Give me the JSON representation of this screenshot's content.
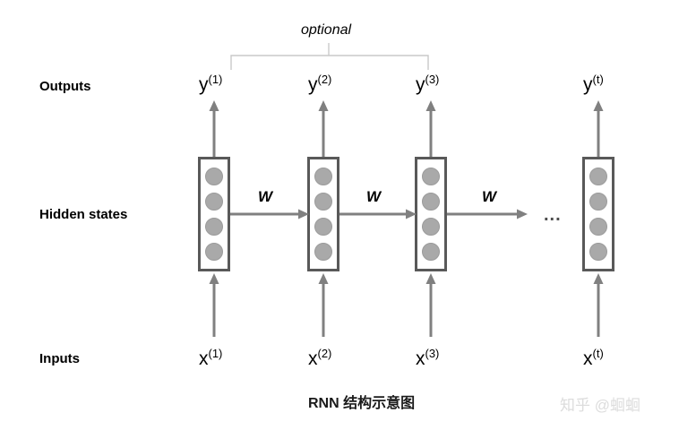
{
  "figure": {
    "caption": "RNN 结构示意图",
    "watermark": "知乎 @蛔蛔"
  },
  "row_labels": {
    "outputs": "Outputs",
    "hidden_states": "Hidden states",
    "inputs": "Inputs"
  },
  "annotation": {
    "optional_label": "optional"
  },
  "ellipsis": "...",
  "colors": {
    "box_border": "#595959",
    "neuron_fill": "#a9a9a9",
    "arrow": "#808080",
    "bracket": "#c9c9c9",
    "text": "#000000",
    "watermark": "#dcdcdc",
    "background": "#ffffff"
  },
  "timesteps": [
    {
      "key": "t1",
      "output_base": "y",
      "output_sup": "(1)",
      "input_base": "x",
      "input_sup": "(1)",
      "neuron_count": 4,
      "has_output_arrow": true,
      "has_input_arrow": true,
      "under_optional_bracket": true
    },
    {
      "key": "t2",
      "output_base": "y",
      "output_sup": "(2)",
      "input_base": "x",
      "input_sup": "(2)",
      "neuron_count": 4,
      "has_output_arrow": true,
      "has_input_arrow": true,
      "under_optional_bracket": true
    },
    {
      "key": "t3",
      "output_base": "y",
      "output_sup": "(3)",
      "input_base": "x",
      "input_sup": "(3)",
      "neuron_count": 4,
      "has_output_arrow": true,
      "has_input_arrow": true,
      "under_optional_bracket": true
    },
    {
      "key": "tt",
      "output_base": "y",
      "output_sup": "(t)",
      "input_base": "x",
      "input_sup": "(t)",
      "neuron_count": 4,
      "has_output_arrow": true,
      "has_input_arrow": true,
      "under_optional_bracket": false
    }
  ],
  "recurrent_weights": [
    {
      "key": "w1",
      "label": "W"
    },
    {
      "key": "w2",
      "label": "W"
    },
    {
      "key": "w3",
      "label": "W"
    }
  ]
}
